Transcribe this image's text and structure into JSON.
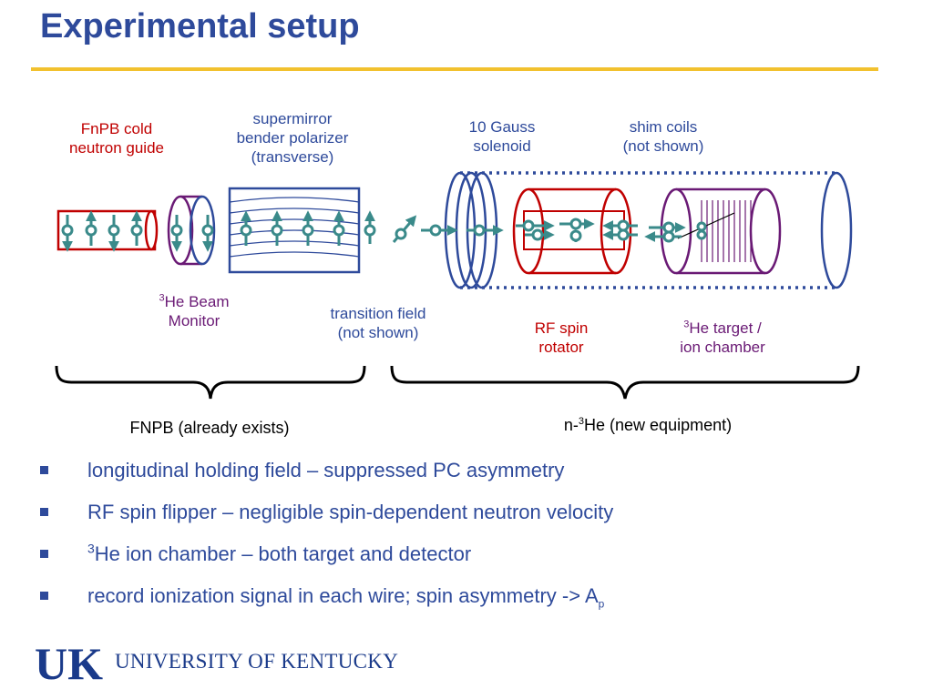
{
  "slide": {
    "title": "Experimental setup"
  },
  "diagram": {
    "labels": {
      "guide_line1": "FnPB cold",
      "guide_line2": "neutron guide",
      "polarizer_line1": "supermirror",
      "polarizer_line2": "bender polarizer",
      "polarizer_line3": "(transverse)",
      "solenoid_line1": "10 Gauss",
      "solenoid_line2": "solenoid",
      "shim_line1": "shim coils",
      "shim_line2": "(not shown)",
      "monitor_sup": "3",
      "monitor_line1": "He Beam",
      "monitor_line2": "Monitor",
      "transition_line1": "transition field",
      "transition_line2": "(not shown)",
      "rf_line1": "RF spin",
      "rf_line2": "rotator",
      "target_sup": "3",
      "target_line1": "He target /",
      "target_line2": "ion chamber",
      "fnpb_group": "FNPB (already exists)",
      "new_prefix": "n-",
      "new_sup": "3",
      "new_suffix": "He  (new equipment)"
    },
    "colors": {
      "guide": "#c00000",
      "accent": "#2e4a9b",
      "spin": "#3a8a8a",
      "coil": "#6a1a75"
    }
  },
  "bullets": [
    {
      "text": "longitudinal holding field – suppressed PC asymmetry"
    },
    {
      "text": "RF spin flipper – negligible spin-dependent neutron velocity"
    },
    {
      "sup": "3",
      "text": "He ion chamber – both target and detector"
    },
    {
      "text": "record ionization signal in each wire;  spin asymmetry  ->  A",
      "sub": "p"
    }
  ],
  "footer": {
    "logo_letters": "UK",
    "university": "UNIVERSITY OF KENTUCKY"
  }
}
